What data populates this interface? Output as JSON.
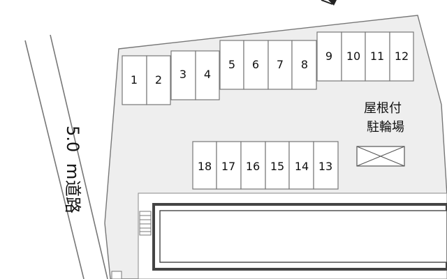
{
  "road": {
    "width_label": "5.0",
    "unit_label": "m",
    "name_label": "道路"
  },
  "parking": {
    "top_row": [
      "1",
      "2",
      "3",
      "4",
      "5",
      "6",
      "7",
      "8",
      "9",
      "10",
      "11",
      "12"
    ],
    "middle_row": [
      "18",
      "17",
      "16",
      "15",
      "14",
      "13"
    ]
  },
  "bicycle_parking": {
    "line1": "屋根付",
    "line2": "駐輪場"
  },
  "colors": {
    "lot": "#eeeeee",
    "outline": "#777777",
    "building_border": "#444444",
    "stall": "#ffffff",
    "text": "#111111"
  }
}
